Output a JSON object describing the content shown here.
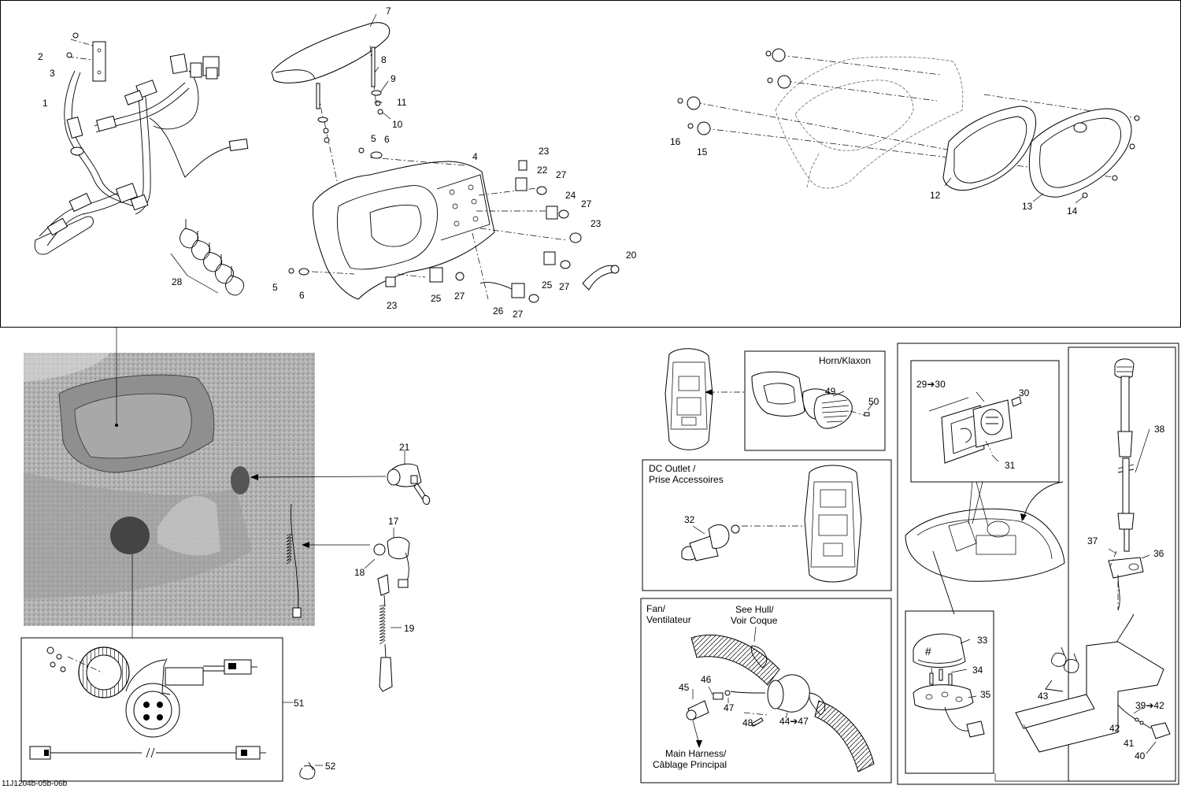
{
  "diagram_code": "11J1204b-05b-06b",
  "callouts": [
    {
      "id": "c1",
      "label": "1"
    },
    {
      "id": "c2",
      "label": "2"
    },
    {
      "id": "c3",
      "label": "3"
    },
    {
      "id": "c4",
      "label": "4"
    },
    {
      "id": "c5a",
      "label": "5"
    },
    {
      "id": "c5b",
      "label": "5"
    },
    {
      "id": "c6a",
      "label": "6"
    },
    {
      "id": "c6b",
      "label": "6"
    },
    {
      "id": "c7",
      "label": "7"
    },
    {
      "id": "c8",
      "label": "8"
    },
    {
      "id": "c9",
      "label": "9"
    },
    {
      "id": "c10",
      "label": "10"
    },
    {
      "id": "c11",
      "label": "11"
    },
    {
      "id": "c12",
      "label": "12"
    },
    {
      "id": "c13",
      "label": "13"
    },
    {
      "id": "c14",
      "label": "14"
    },
    {
      "id": "c15",
      "label": "15"
    },
    {
      "id": "c16",
      "label": "16"
    },
    {
      "id": "c17",
      "label": "17"
    },
    {
      "id": "c18",
      "label": "18"
    },
    {
      "id": "c19",
      "label": "19"
    },
    {
      "id": "c20",
      "label": "20"
    },
    {
      "id": "c21",
      "label": "21"
    },
    {
      "id": "c22",
      "label": "22"
    },
    {
      "id": "c23a",
      "label": "23"
    },
    {
      "id": "c23b",
      "label": "23"
    },
    {
      "id": "c23c",
      "label": "23"
    },
    {
      "id": "c24",
      "label": "24"
    },
    {
      "id": "c25a",
      "label": "25"
    },
    {
      "id": "c25b",
      "label": "25"
    },
    {
      "id": "c26",
      "label": "26"
    },
    {
      "id": "c27a",
      "label": "27"
    },
    {
      "id": "c27b",
      "label": "27"
    },
    {
      "id": "c27c",
      "label": "27"
    },
    {
      "id": "c27d",
      "label": "27"
    },
    {
      "id": "c27e",
      "label": "27"
    },
    {
      "id": "c28",
      "label": "28"
    },
    {
      "id": "c29",
      "label": "29➔30"
    },
    {
      "id": "c30",
      "label": "30"
    },
    {
      "id": "c31",
      "label": "31"
    },
    {
      "id": "c32",
      "label": "32"
    },
    {
      "id": "c33",
      "label": "33"
    },
    {
      "id": "c34",
      "label": "34"
    },
    {
      "id": "c35",
      "label": "35"
    },
    {
      "id": "c36",
      "label": "36"
    },
    {
      "id": "c37",
      "label": "37"
    },
    {
      "id": "c38",
      "label": "38"
    },
    {
      "id": "c39",
      "label": "39➔42"
    },
    {
      "id": "c40",
      "label": "40"
    },
    {
      "id": "c41",
      "label": "41"
    },
    {
      "id": "c42",
      "label": "42"
    },
    {
      "id": "c43",
      "label": "43"
    },
    {
      "id": "c44",
      "label": "44➔47"
    },
    {
      "id": "c45",
      "label": "45"
    },
    {
      "id": "c46",
      "label": "46"
    },
    {
      "id": "c47",
      "label": "47"
    },
    {
      "id": "c48",
      "label": "48"
    },
    {
      "id": "c49",
      "label": "49"
    },
    {
      "id": "c50",
      "label": "50"
    },
    {
      "id": "c51",
      "label": "51"
    },
    {
      "id": "c52",
      "label": "52"
    }
  ],
  "captions": {
    "horn": "Horn/Klaxon",
    "dc_outlet_1": "DC Outlet /",
    "dc_outlet_2": "Prise Accessoires",
    "fan_1": "Fan/",
    "fan_2": "Ventilateur",
    "see_hull_1": "See Hull/",
    "see_hull_2": "Voir Coque",
    "main_harness_1": "Main Harness/",
    "main_harness_2": "Câblage Principal"
  }
}
